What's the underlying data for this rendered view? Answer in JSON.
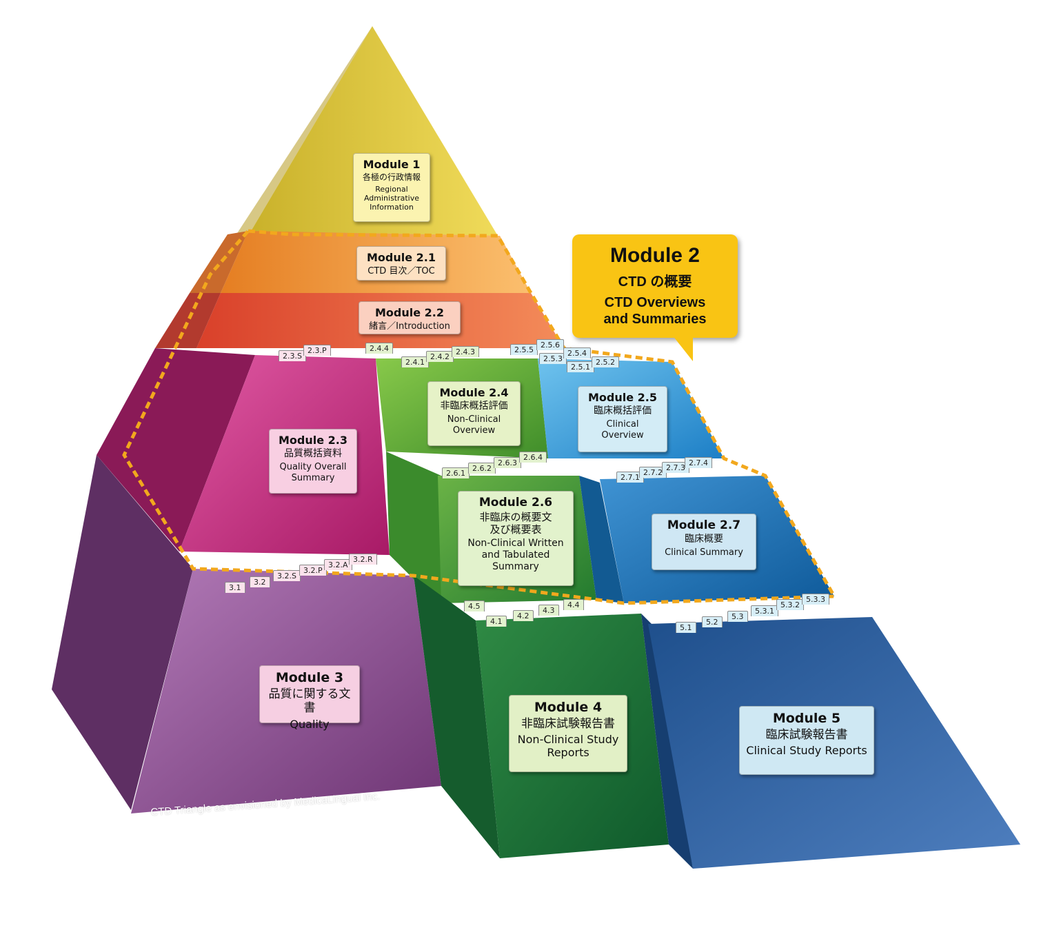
{
  "modules": {
    "m1": {
      "title": "Module 1",
      "ja": "各極の行政情報",
      "en": "Regional Administrative Information",
      "color": "#e8cf3a"
    },
    "m21": {
      "title": "Module 2.1",
      "ja": "",
      "en": "CTD 目次／TOC",
      "color": "#f59a3c"
    },
    "m22": {
      "title": "Module 2.2",
      "ja": "",
      "en": "緒言／Introduction",
      "color": "#e8533a"
    },
    "m23": {
      "title": "Module 2.3",
      "ja": "品質概括資料",
      "en": "Quality Overall Summary",
      "color": "#c3287d"
    },
    "m24": {
      "title": "Module 2.4",
      "ja": "非臨床概括評価",
      "en": "Non-Clinical Overview",
      "color": "#5aa82e"
    },
    "m25": {
      "title": "Module 2.5",
      "ja": "臨床概括評価",
      "en": "Clinical Overview",
      "color": "#2e8fd0"
    },
    "m26": {
      "title": "Module 2.6",
      "ja": "非臨床の概要文\n及び概要表",
      "en": "Non-Clinical Written and Tabulated Summary",
      "color": "#3f9a35"
    },
    "m27": {
      "title": "Module 2.7",
      "ja": "臨床概要",
      "en": "Clinical Summary",
      "color": "#1d6fb5"
    },
    "m3": {
      "title": "Module 3",
      "ja": "品質に関する文書",
      "en": "Quality",
      "color": "#8e4a90"
    },
    "m4": {
      "title": "Module 4",
      "ja": "非臨床試験報告書",
      "en": "Non-Clinical Study Reports",
      "color": "#1f7a3c"
    },
    "m5": {
      "title": "Module 5",
      "ja": "臨床試験報告書",
      "en": "Clinical Study Reports",
      "color": "#1e4f8c"
    }
  },
  "tabs": {
    "m23": [
      "2.3.S",
      "2.3.P"
    ],
    "m24": [
      "2.4.4",
      "2.4.1",
      "2.4.2",
      "2.4.3"
    ],
    "m25": [
      "2.5.5",
      "2.5.6",
      "2.5.3",
      "2.5.4",
      "2.5.1",
      "2.5.2"
    ],
    "m26": [
      "2.6.1",
      "2.6.2",
      "2.6.3",
      "2.6.4"
    ],
    "m27": [
      "2.7.1",
      "2.7.2",
      "2.7.3",
      "2.7.4"
    ],
    "m3": [
      "3.1",
      "3.2",
      "3.2.S",
      "3.2.P",
      "3.2.A",
      "3.2.R"
    ],
    "m4": [
      "4.5",
      "4.1",
      "4.2",
      "4.3",
      "4.4"
    ],
    "m5": [
      "5.1",
      "5.2",
      "5.3",
      "5.3.1",
      "5.3.2",
      "5.3.3"
    ]
  },
  "callout": {
    "title": "Module 2",
    "ja": "CTD の概要",
    "en_line1": "CTD Overviews",
    "en_line2": "and Summaries",
    "color": "#f9c414"
  },
  "credit": "CTD Triangle as envisioned by MedicaLingual Inc."
}
